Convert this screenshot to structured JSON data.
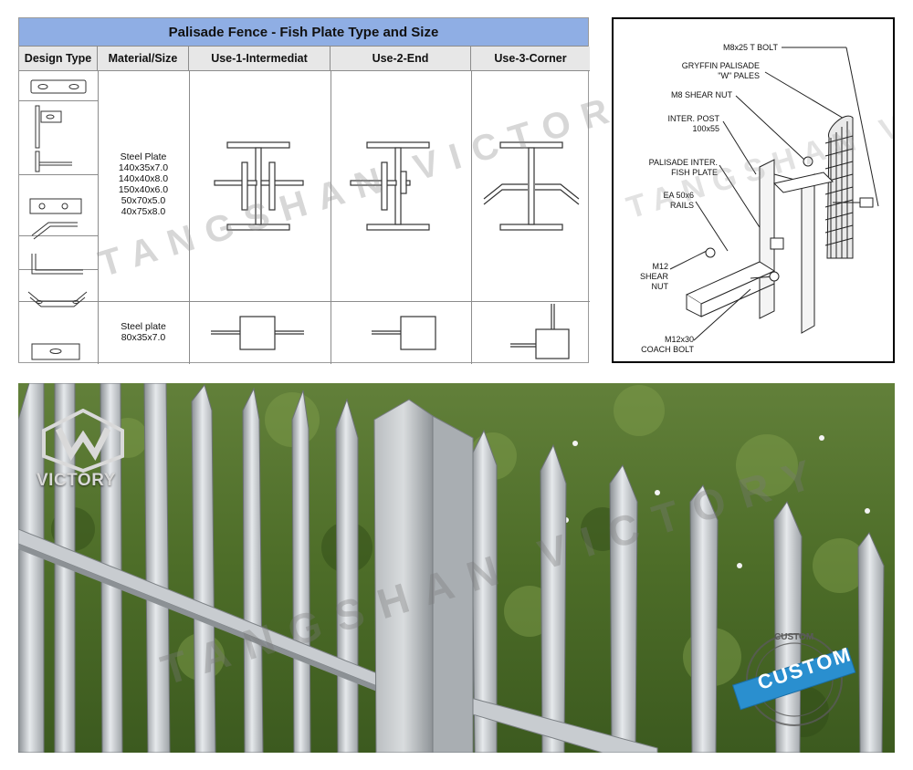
{
  "table": {
    "title": "Palisade Fence - Fish Plate Type and Size",
    "headers": [
      "Design Type",
      "Material/Size",
      "Use-1-Intermediat",
      "Use-2-End",
      "Use-3-Corner"
    ],
    "rows": [
      {
        "material": "Steel Plate\n140x35x7.0\n140x40x8.0\n150x40x6.0\n50x70x5.0\n40x75x8.0"
      },
      {
        "material": "Steel plate\n80x35x7.0"
      }
    ],
    "watermark": "TANGSHAN VICTORY"
  },
  "diagram": {
    "labels": [
      "M8x25 T BOLT",
      "GRYFFIN PALISADE\n\"W\" PALES",
      "M8 SHEAR NUT",
      "INTER. POST\n100x55",
      "PALISADE INTER.\nFISH PLATE",
      "EA 50x6\nRAILS",
      "M12\nSHEAR\nNUT",
      "M12x30\nCOACH BOLT"
    ]
  },
  "photo": {
    "logo": "VICTORY",
    "stamp": "CUSTOM",
    "stamp_ring": "CUSTOM"
  },
  "colors": {
    "title_bar": "#8faee4",
    "header_bg": "#e7e7e7",
    "grass": "#4d6a2a",
    "stamp": "#2a8fcf"
  }
}
